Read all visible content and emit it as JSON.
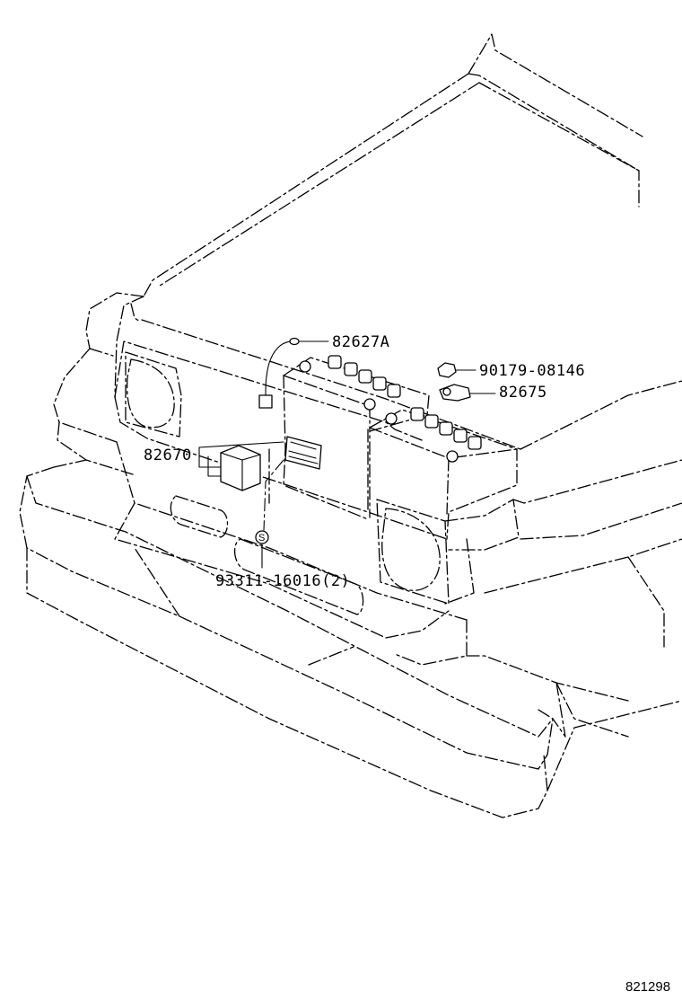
{
  "diagram": {
    "callouts": [
      {
        "id": "82627A",
        "text": "82627A"
      },
      {
        "id": "90179-08146",
        "text": "90179-08146"
      },
      {
        "id": "82675",
        "text": "82675"
      },
      {
        "id": "82670",
        "text": "82670"
      },
      {
        "id": "93311-16016",
        "text": "93311-16016(2)"
      }
    ],
    "symbol_mark": "S",
    "reference_code": "821298"
  }
}
